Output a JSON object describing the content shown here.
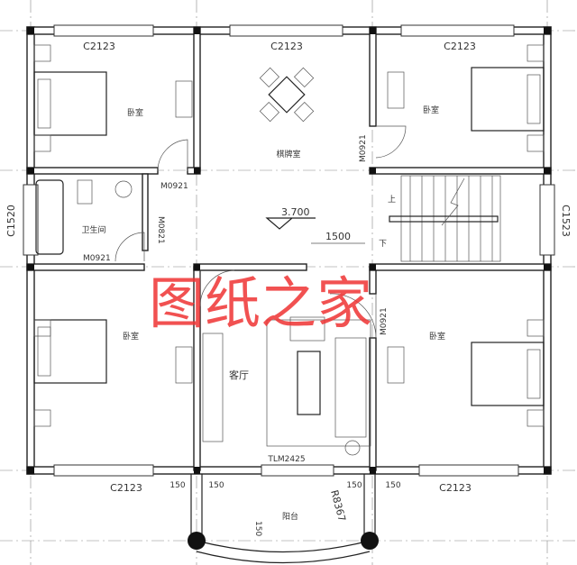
{
  "plan": {
    "windows": {
      "top_left": "C2123",
      "top_middle": "C2123",
      "top_right": "C2123",
      "bottom_left": "C2123",
      "bottom_right": "C2123",
      "left": "C1520",
      "right": "C1523"
    },
    "rooms": {
      "bedroom_top_left": "卧室",
      "card_room": "棋牌室",
      "bedroom_top_right": "卧室",
      "bathroom": "卫生间",
      "bedroom_bottom_left": "卧室",
      "living_room": "客厅",
      "bedroom_bottom_right": "卧室",
      "balcony": "阳台"
    },
    "doors": {
      "bedroom_top_left": "M0921",
      "bathroom": "M0821",
      "bedroom_bottom_left": "M0921",
      "bedroom_top_right": "M0921",
      "bedroom_bottom_right": "M0921",
      "living_room_sliding": "TLM2425"
    },
    "elevation": "3.700",
    "dimensions": {
      "corridor": "1500",
      "col_l1": "150",
      "col_l2": "150",
      "col_r1": "150",
      "col_r2": "150",
      "radius": "R8367",
      "balcony_depth": "150"
    },
    "stairs": {
      "up": "上",
      "down": "下"
    }
  },
  "watermark": "图纸之家"
}
